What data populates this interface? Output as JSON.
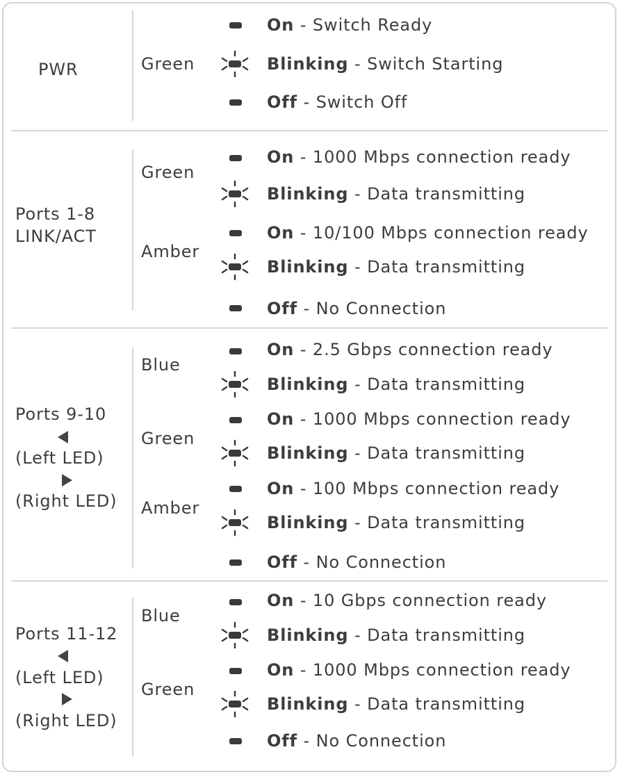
{
  "sections": [
    {
      "label_lines": [
        "PWR"
      ],
      "colors": [
        "Green"
      ],
      "states": [
        {
          "mode": "On",
          "desc": " - Switch Ready"
        },
        {
          "mode": "Blinking",
          "desc": " - Switch Starting"
        },
        {
          "mode": "Off",
          "desc": " - Switch Off"
        }
      ]
    },
    {
      "label_lines": [
        "Ports 1-8",
        "LINK/ACT"
      ],
      "colors": [
        "Green",
        "Amber"
      ],
      "states": [
        {
          "mode": "On",
          "desc": " - 1000 Mbps connection ready"
        },
        {
          "mode": "Blinking",
          "desc": " - Data transmitting"
        },
        {
          "mode": "On",
          "desc": " - 10/100 Mbps connection ready"
        },
        {
          "mode": "Blinking",
          "desc": " - Data transmitting"
        },
        {
          "mode": "Off",
          "desc": " - No Connection"
        }
      ]
    },
    {
      "label_lines": [
        "Ports 9-10",
        "(Left LED)",
        "(Right LED)"
      ],
      "colors": [
        "Blue",
        "Green",
        "Amber"
      ],
      "states": [
        {
          "mode": "On",
          "desc": " - 2.5 Gbps connection ready"
        },
        {
          "mode": "Blinking",
          "desc": " - Data transmitting"
        },
        {
          "mode": "On",
          "desc": " - 1000 Mbps connection ready"
        },
        {
          "mode": "Blinking",
          "desc": " - Data transmitting"
        },
        {
          "mode": "On",
          "desc": " - 100 Mbps connection ready"
        },
        {
          "mode": "Blinking",
          "desc": " - Data transmitting"
        },
        {
          "mode": "Off",
          "desc": " - No Connection"
        }
      ]
    },
    {
      "label_lines": [
        "Ports 11-12",
        "(Left LED)",
        "(Right LED)"
      ],
      "colors": [
        "Blue",
        "Green"
      ],
      "states": [
        {
          "mode": "On",
          "desc": " - 10 Gbps connection ready"
        },
        {
          "mode": "Blinking",
          "desc": " - Data transmitting"
        },
        {
          "mode": "On",
          "desc": " - 1000 Mbps connection ready"
        },
        {
          "mode": "Blinking",
          "desc": " - Data transmitting"
        },
        {
          "mode": "Off",
          "desc": " - No Connection"
        }
      ]
    }
  ]
}
